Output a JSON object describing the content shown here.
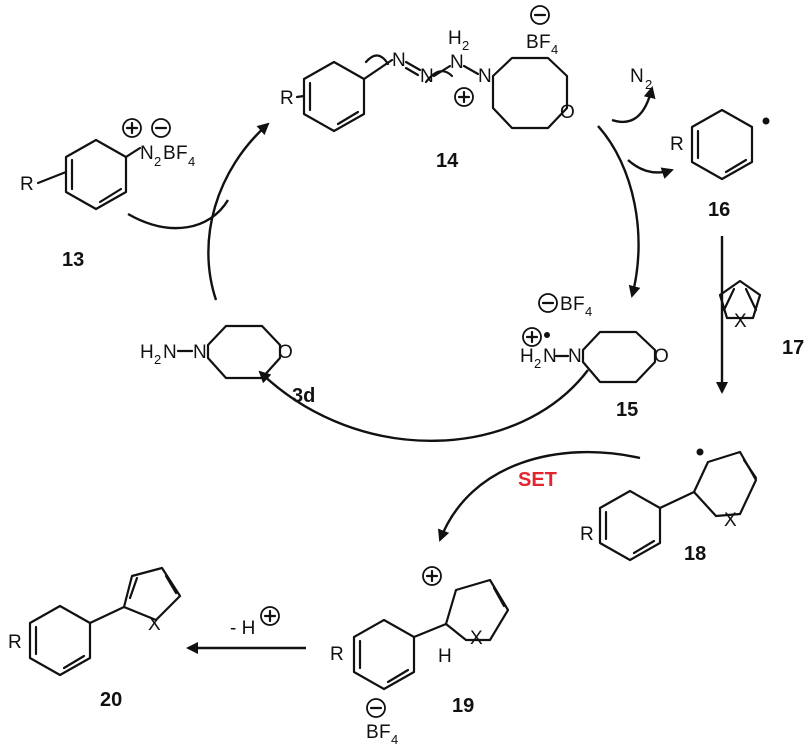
{
  "labels": {
    "c13": "13",
    "c14": "14",
    "c15": "15",
    "c16": "16",
    "c17": "17",
    "c18": "18",
    "c19": "19",
    "c20": "20",
    "c3d": "3d"
  },
  "atoms": {
    "R": "R",
    "N": "N",
    "O": "O",
    "X": "X",
    "H": "H",
    "B": "B",
    "F": "F",
    "four": "4",
    "two": "2"
  },
  "step": {
    "set": "SET",
    "deprotonation": "- H"
  },
  "colors": {
    "accent": "#e3262d",
    "ink": "#111111"
  }
}
